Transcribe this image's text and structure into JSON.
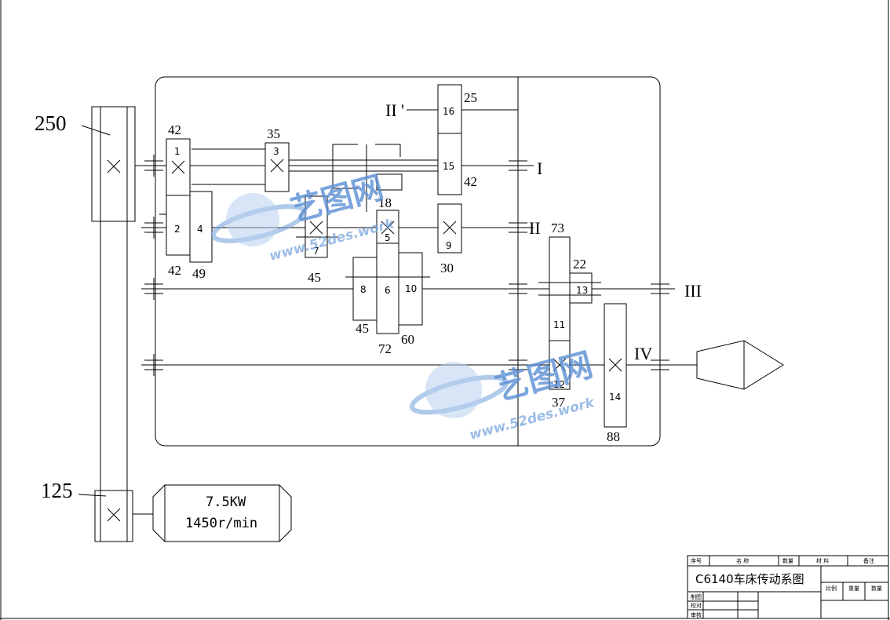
{
  "diagram": {
    "shafts": {
      "I": "I",
      "II": "II",
      "II_prime": "II '",
      "III": "III",
      "IV": "IV"
    },
    "pulleys": {
      "top": "250",
      "bottom": "125"
    },
    "motor": {
      "power": "7.5KW",
      "speed": "1450r/min"
    },
    "gears": [
      {
        "id": "1",
        "teeth": "42"
      },
      {
        "id": "2",
        "teeth": "42"
      },
      {
        "id": "3",
        "teeth": "35"
      },
      {
        "id": "4",
        "teeth": "49"
      },
      {
        "id": "5",
        "teeth": "18"
      },
      {
        "id": "6",
        "teeth": "72"
      },
      {
        "id": "7",
        "teeth": "45"
      },
      {
        "id": "8",
        "teeth": "45"
      },
      {
        "id": "9",
        "teeth": "30"
      },
      {
        "id": "10",
        "teeth": "60"
      },
      {
        "id": "11",
        "teeth": "73"
      },
      {
        "id": "12",
        "teeth": "37"
      },
      {
        "id": "13",
        "teeth": "22"
      },
      {
        "id": "14",
        "teeth": "88"
      },
      {
        "id": "15",
        "teeth": "42"
      },
      {
        "id": "16",
        "teeth": "25"
      }
    ]
  },
  "title_block": {
    "headers": [
      "序号",
      "名 称",
      "数量",
      "材 料",
      "备注"
    ],
    "title": "C6140车床传动系图",
    "right_labels": [
      "比例",
      "重量",
      "数量"
    ],
    "row_labels": [
      "制图",
      "校对",
      "审核"
    ]
  },
  "watermark": {
    "cn": "艺图网",
    "url": "www.52des.work"
  }
}
